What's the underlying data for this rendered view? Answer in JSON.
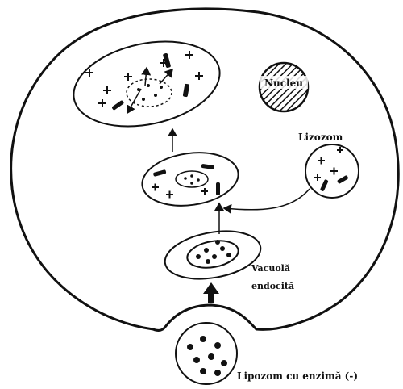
{
  "labels": {
    "nucleus": "Nucleu",
    "lysosome": "Lizozom",
    "vacuole_line1": "Vacuolă",
    "vacuole_line2": "endocită",
    "liposome": "Lipozom cu enzimă (-)"
  },
  "colors": {
    "ink": "#111111",
    "background": "#ffffff"
  }
}
